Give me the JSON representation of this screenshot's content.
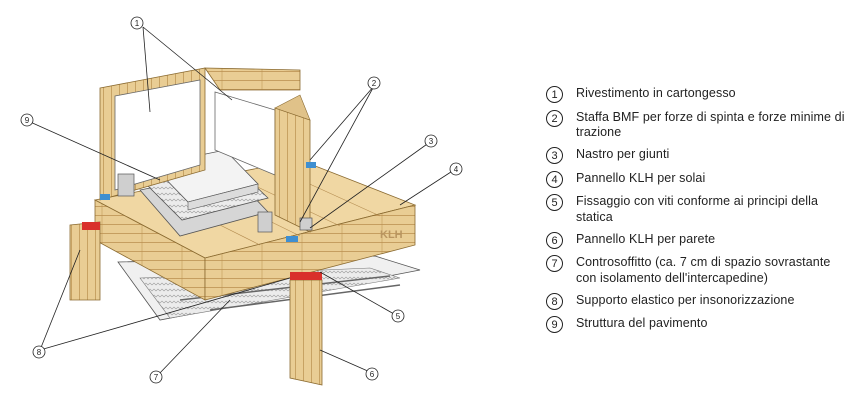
{
  "legend": [
    {
      "num": "1",
      "text": "Rivestimento in cartongesso"
    },
    {
      "num": "2",
      "text": "Staffa BMF per forze di spinta e forze minime di trazione"
    },
    {
      "num": "3",
      "text": "Nastro per giunti"
    },
    {
      "num": "4",
      "text": "Pannello KLH per solai"
    },
    {
      "num": "5",
      "text": "Fissaggio con viti conforme ai principi della statica"
    },
    {
      "num": "6",
      "text": "Pannello KLH per parete"
    },
    {
      "num": "7",
      "text": "Controsoffitto (ca. 7 cm di spazio sovrastante con isolamento dell'intercapedine)"
    },
    {
      "num": "8",
      "text": "Supporto elastico per insonorizzazione"
    },
    {
      "num": "9",
      "text": "Struttura del pavimento"
    }
  ],
  "callouts": {
    "c1": "1",
    "c2": "2",
    "c3": "3",
    "c4": "4",
    "c5": "5",
    "c6": "6",
    "c7": "7",
    "c8": "8",
    "c9": "9"
  },
  "panel_brand": "KLH",
  "colors": {
    "wood": "#e7c98e",
    "wood_dark": "#c9a461",
    "red_strip": "#d9302b",
    "blue_tape": "#3f8fd1"
  }
}
